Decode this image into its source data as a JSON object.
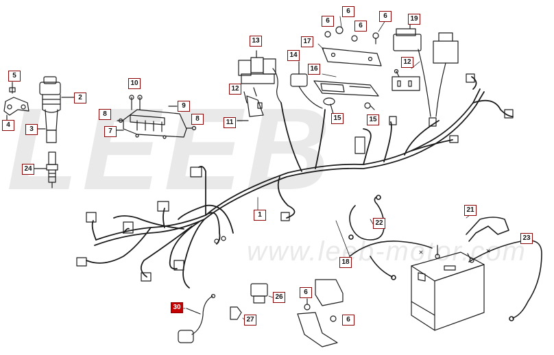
{
  "watermark": {
    "brand": "LEEB",
    "url": "www.leeb-motor.com"
  },
  "accent": {
    "highlight": "#c40000",
    "callout_border": "#8b0000",
    "line": "#1a1a1a"
  },
  "callouts": [
    {
      "id": "1",
      "text": "1"
    },
    {
      "id": "2",
      "text": "2"
    },
    {
      "id": "3",
      "text": "3"
    },
    {
      "id": "4",
      "text": "4"
    },
    {
      "id": "5",
      "text": "5"
    },
    {
      "id": "6a",
      "text": "6"
    },
    {
      "id": "6b",
      "text": "6"
    },
    {
      "id": "6c",
      "text": "6"
    },
    {
      "id": "6d",
      "text": "6"
    },
    {
      "id": "6e",
      "text": "6"
    },
    {
      "id": "6f",
      "text": "6"
    },
    {
      "id": "7",
      "text": "7"
    },
    {
      "id": "8a",
      "text": "8"
    },
    {
      "id": "8b",
      "text": "8"
    },
    {
      "id": "9",
      "text": "9"
    },
    {
      "id": "10",
      "text": "10"
    },
    {
      "id": "11",
      "text": "11"
    },
    {
      "id": "12a",
      "text": "12"
    },
    {
      "id": "12b",
      "text": "12"
    },
    {
      "id": "13",
      "text": "13"
    },
    {
      "id": "14",
      "text": "14"
    },
    {
      "id": "15a",
      "text": "15"
    },
    {
      "id": "15b",
      "text": "15"
    },
    {
      "id": "16",
      "text": "16"
    },
    {
      "id": "17",
      "text": "17"
    },
    {
      "id": "18",
      "text": "18"
    },
    {
      "id": "19",
      "text": "19"
    },
    {
      "id": "21",
      "text": "21"
    },
    {
      "id": "22",
      "text": "22"
    },
    {
      "id": "23",
      "text": "23"
    },
    {
      "id": "24",
      "text": "24"
    },
    {
      "id": "26",
      "text": "26"
    },
    {
      "id": "27",
      "text": "27"
    },
    {
      "id": "30",
      "text": "30",
      "highlighted": true
    }
  ]
}
